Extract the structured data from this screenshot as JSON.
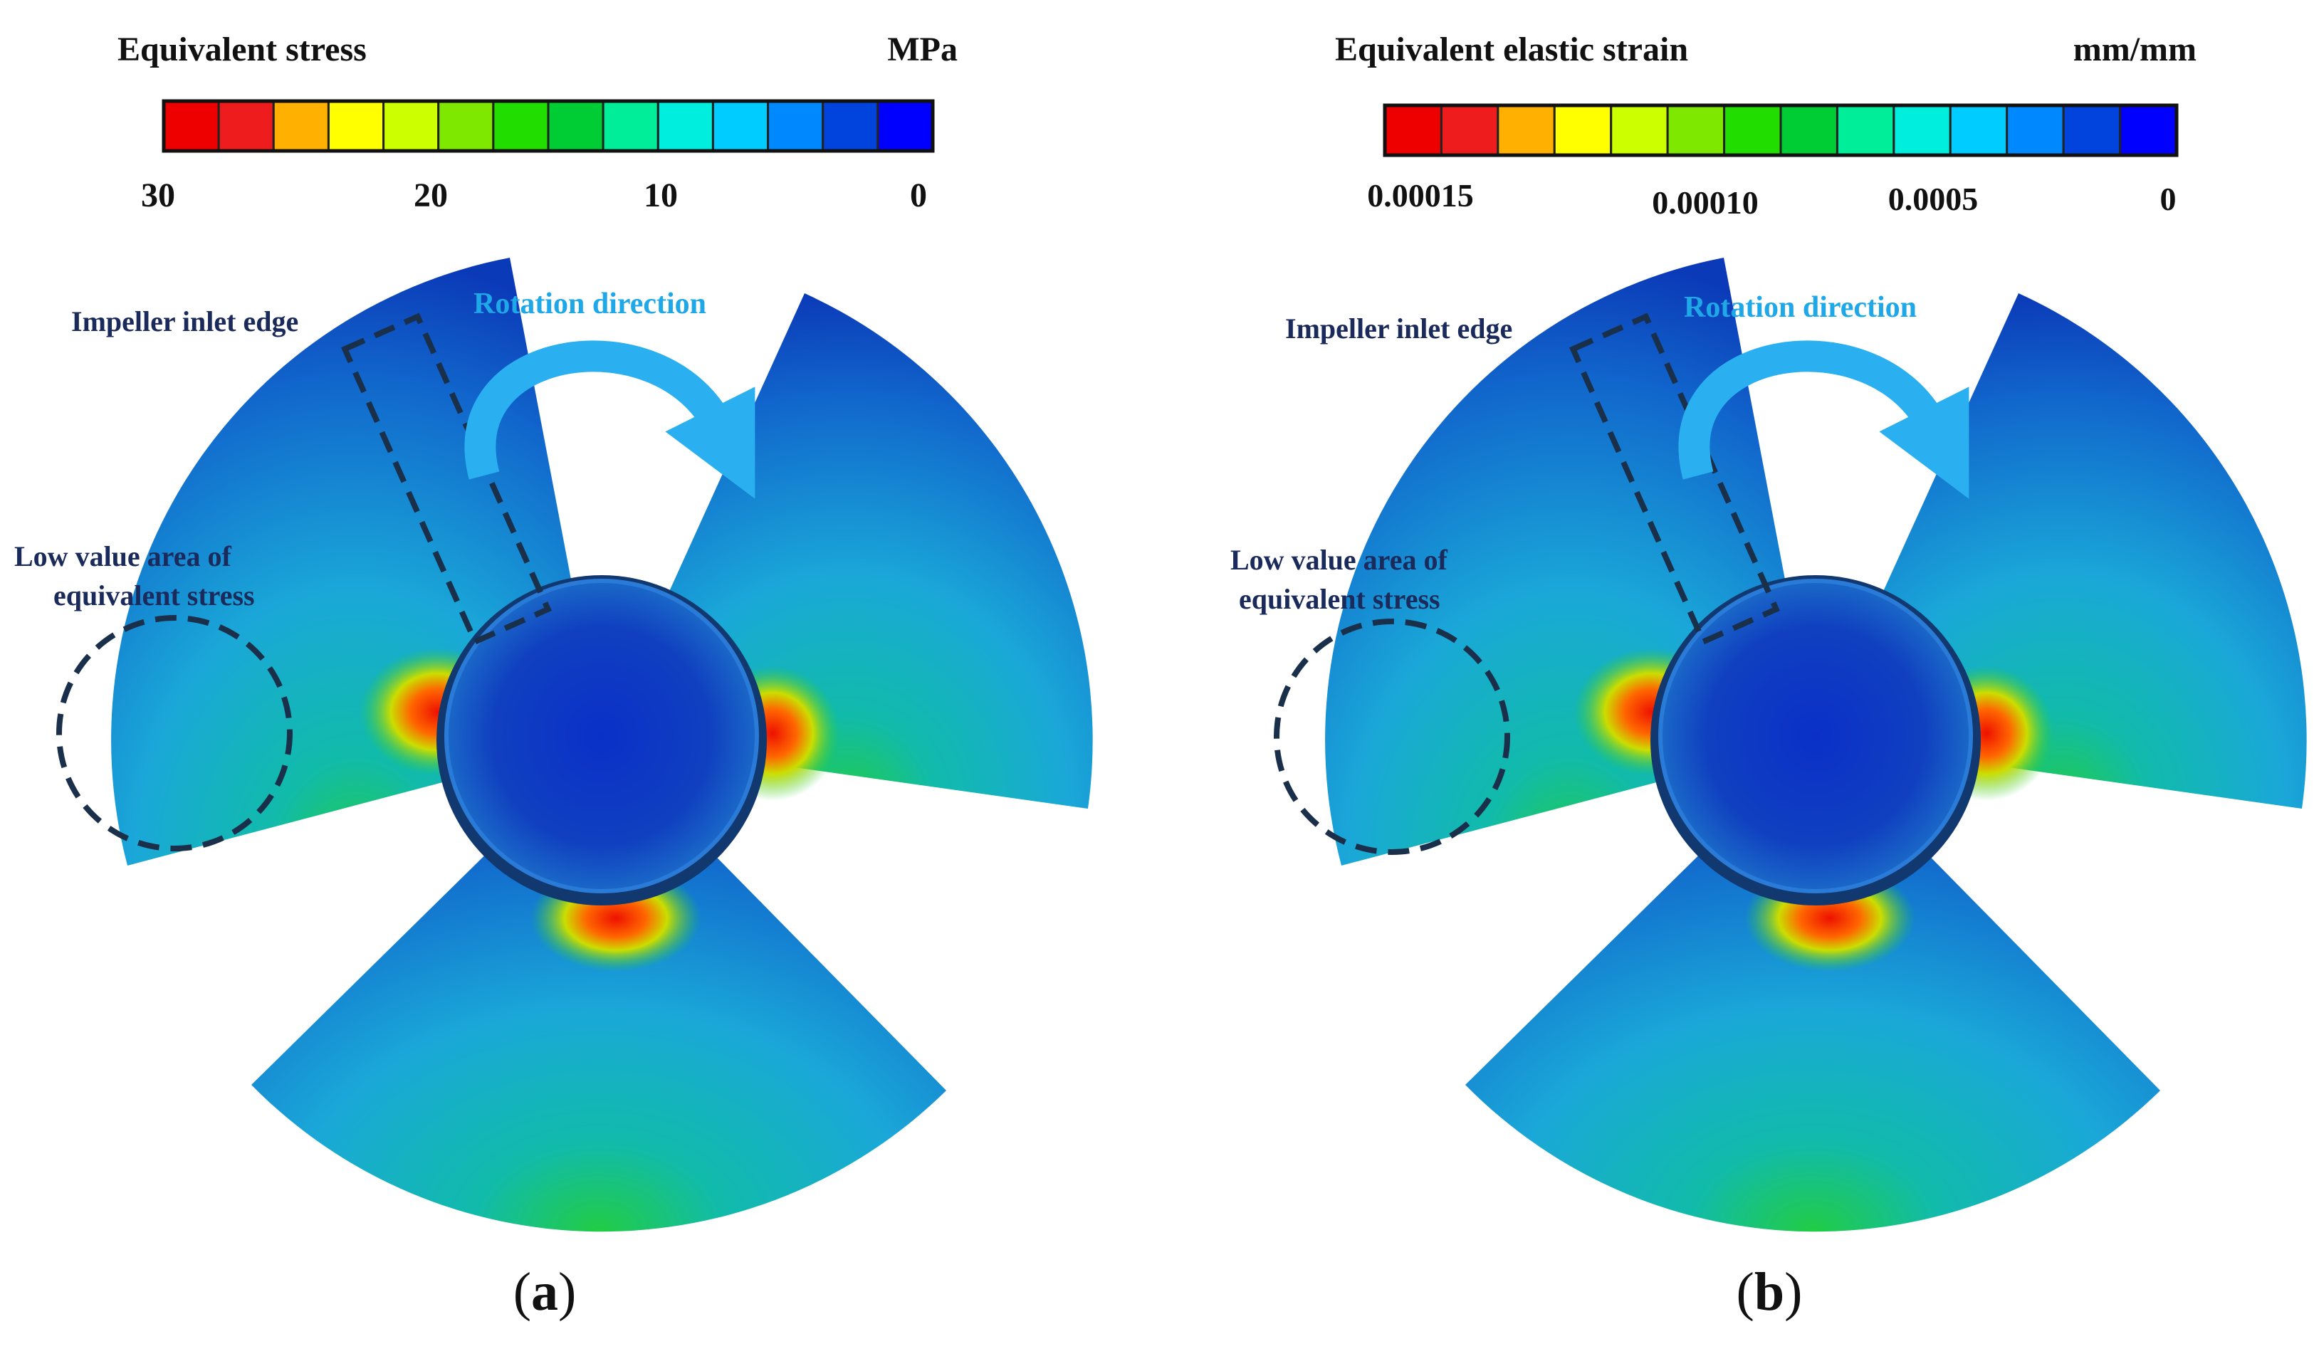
{
  "panel_a": {
    "colorbar_title": "Equivalent stress",
    "colorbar_unit": "MPa",
    "ticks": [
      "30",
      "20",
      "10",
      "0"
    ],
    "inlet_label": "Impeller inlet edge",
    "rotation_label": "Rotation direction",
    "low_area_label_line1": "Low value area of",
    "low_area_label_line2": "equivalent stress",
    "caption_open": "(",
    "caption_letter": "a",
    "caption_close": ")"
  },
  "panel_b": {
    "colorbar_title": "Equivalent elastic strain",
    "colorbar_unit": "mm/mm",
    "ticks": [
      "0.00015",
      "0.00010",
      "0.0005",
      "0"
    ],
    "inlet_label": "Impeller inlet edge",
    "rotation_label": "Rotation direction",
    "low_area_label_line1": "Low value area of",
    "low_area_label_line2": "equivalent stress",
    "caption_open": "(",
    "caption_letter": "b",
    "caption_close": ")"
  },
  "colors": {
    "scale": [
      "#ee0000",
      "#ee1c1c",
      "#ffb000",
      "#ffff00",
      "#ccff00",
      "#7fe800",
      "#22dd00",
      "#00cc33",
      "#00ee99",
      "#00eedd",
      "#00ccff",
      "#0088ff",
      "#0044dd",
      "#0000ff"
    ],
    "rotation_arrow": "#2ab0f0",
    "annotation_dark": "#1a2f4a",
    "label_navy": "#1a2a5a",
    "label_blue": "#1fa8e8"
  }
}
